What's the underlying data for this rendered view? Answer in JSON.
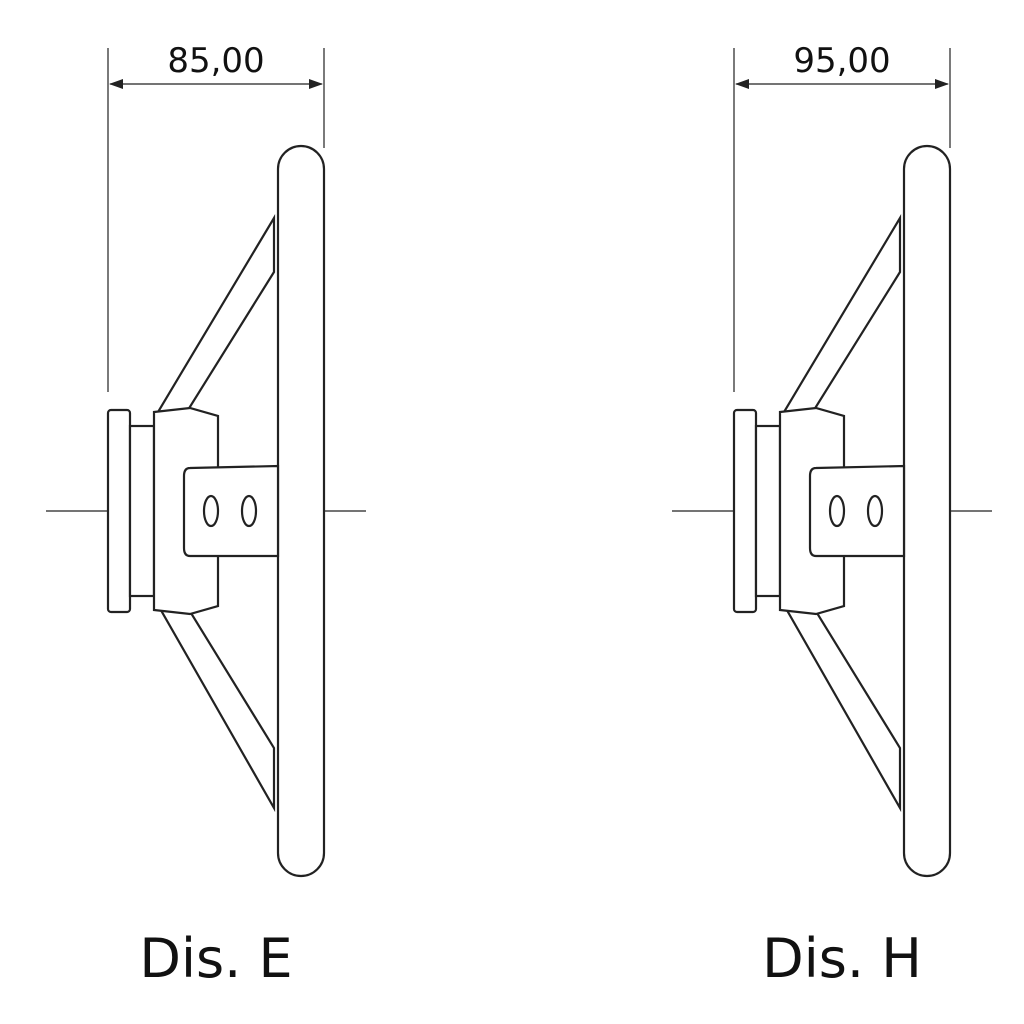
{
  "drawings": [
    {
      "id": "e",
      "dimension": "85,00",
      "caption": "Dis. E"
    },
    {
      "id": "h",
      "dimension": "95,00",
      "caption": "Dis. H"
    }
  ],
  "colors": {
    "line": "#222222",
    "background": "#ffffff"
  }
}
